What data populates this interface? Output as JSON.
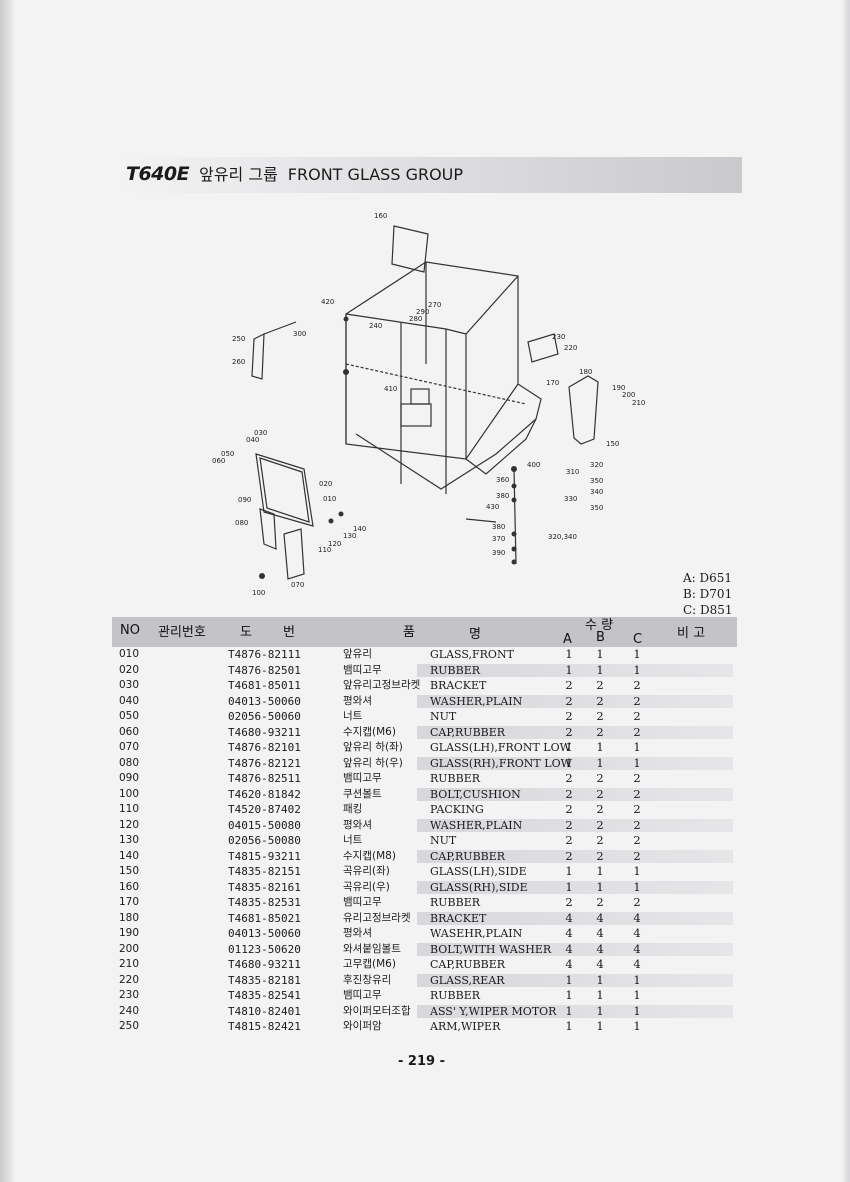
{
  "header": {
    "model": "T640E",
    "title_kr": "앞유리 그룹",
    "title_en": "FRONT GLASS GROUP"
  },
  "variants": [
    "A: D651",
    "B: D701",
    "C: D851"
  ],
  "diagram_labels": [
    "160",
    "420",
    "270",
    "290",
    "280",
    "240",
    "300",
    "250",
    "260",
    "230",
    "220",
    "180",
    "170",
    "190",
    "200",
    "210",
    "410",
    "150",
    "030",
    "040",
    "050",
    "060",
    "400",
    "320",
    "310",
    "350",
    "360",
    "380",
    "020",
    "010",
    "340",
    "330",
    "430",
    "350",
    "090",
    "380",
    "320,340",
    "080",
    "140",
    "130",
    "120",
    "110",
    "370",
    "390",
    "070",
    "100"
  ],
  "table_header": {
    "no": "NO",
    "mgmt": "관리번호",
    "part_1": "도",
    "part_2": "번",
    "name_1": "품",
    "name_2": "명",
    "qty": "수  량",
    "a": "A",
    "b": "B",
    "c": "C",
    "remark": "비  고"
  },
  "parts": [
    {
      "no": "010",
      "part": "T4876-82111",
      "kr": "앞유리",
      "en": "GLASS,FRONT",
      "a": "1",
      "b": "1",
      "c": "1"
    },
    {
      "no": "020",
      "part": "T4876-82501",
      "kr": "뱀띠고무",
      "en": "RUBBER",
      "a": "1",
      "b": "1",
      "c": "1"
    },
    {
      "no": "030",
      "part": "T4681-85011",
      "kr": "앞유리고정브라켓",
      "en": "BRACKET",
      "a": "2",
      "b": "2",
      "c": "2"
    },
    {
      "no": "040",
      "part": "04013-50060",
      "kr": "평와셔",
      "en": "WASHER,PLAIN",
      "a": "2",
      "b": "2",
      "c": "2"
    },
    {
      "no": "050",
      "part": "02056-50060",
      "kr": "너트",
      "en": "NUT",
      "a": "2",
      "b": "2",
      "c": "2"
    },
    {
      "no": "060",
      "part": "T4680-93211",
      "kr": "수지캡(M6)",
      "en": "CAP,RUBBER",
      "a": "2",
      "b": "2",
      "c": "2"
    },
    {
      "no": "070",
      "part": "T4876-82101",
      "kr": "앞유리 하(좌)",
      "en": "GLASS(LH),FRONT LOW",
      "a": "1",
      "b": "1",
      "c": "1"
    },
    {
      "no": "080",
      "part": "T4876-82121",
      "kr": "앞유리 하(우)",
      "en": "GLASS(RH),FRONT LOW",
      "a": "1",
      "b": "1",
      "c": "1"
    },
    {
      "no": "090",
      "part": "T4876-82511",
      "kr": "뱀띠고무",
      "en": "RUBBER",
      "a": "2",
      "b": "2",
      "c": "2"
    },
    {
      "no": "100",
      "part": "T4620-81842",
      "kr": "쿠션볼트",
      "en": "BOLT,CUSHION",
      "a": "2",
      "b": "2",
      "c": "2"
    },
    {
      "no": "110",
      "part": "T4520-87402",
      "kr": "패킹",
      "en": "PACKING",
      "a": "2",
      "b": "2",
      "c": "2"
    },
    {
      "no": "120",
      "part": "04015-50080",
      "kr": "평와셔",
      "en": "WASHER,PLAIN",
      "a": "2",
      "b": "2",
      "c": "2"
    },
    {
      "no": "130",
      "part": "02056-50080",
      "kr": "너트",
      "en": "NUT",
      "a": "2",
      "b": "2",
      "c": "2"
    },
    {
      "no": "140",
      "part": "T4815-93211",
      "kr": "수지캡(M8)",
      "en": "CAP,RUBBER",
      "a": "2",
      "b": "2",
      "c": "2"
    },
    {
      "no": "150",
      "part": "T4835-82151",
      "kr": "곡유리(좌)",
      "en": "GLASS(LH),SIDE",
      "a": "1",
      "b": "1",
      "c": "1"
    },
    {
      "no": "160",
      "part": "T4835-82161",
      "kr": "곡유리(우)",
      "en": "GLASS(RH),SIDE",
      "a": "1",
      "b": "1",
      "c": "1"
    },
    {
      "no": "170",
      "part": "T4835-82531",
      "kr": "뱀띠고무",
      "en": "RUBBER",
      "a": "2",
      "b": "2",
      "c": "2"
    },
    {
      "no": "180",
      "part": "T4681-85021",
      "kr": "유리고정브라켓",
      "en": "BRACKET",
      "a": "4",
      "b": "4",
      "c": "4"
    },
    {
      "no": "190",
      "part": "04013-50060",
      "kr": "평와셔",
      "en": "WASEHR,PLAIN",
      "a": "4",
      "b": "4",
      "c": "4"
    },
    {
      "no": "200",
      "part": "01123-50620",
      "kr": "와셔붙임볼트",
      "en": "BOLT,WITH WASHER",
      "a": "4",
      "b": "4",
      "c": "4"
    },
    {
      "no": "210",
      "part": "T4680-93211",
      "kr": "고무캡(M6)",
      "en": "CAP,RUBBER",
      "a": "4",
      "b": "4",
      "c": "4"
    },
    {
      "no": "220",
      "part": "T4835-82181",
      "kr": "후진창유리",
      "en": "GLASS,REAR",
      "a": "1",
      "b": "1",
      "c": "1"
    },
    {
      "no": "230",
      "part": "T4835-82541",
      "kr": "뱀띠고무",
      "en": "RUBBER",
      "a": "1",
      "b": "1",
      "c": "1"
    },
    {
      "no": "240",
      "part": "T4810-82401",
      "kr": "와이퍼모터조합",
      "en": "ASS' Y,WIPER MOTOR",
      "a": "1",
      "b": "1",
      "c": "1"
    },
    {
      "no": "250",
      "part": "T4815-82421",
      "kr": "와이퍼암",
      "en": "ARM,WIPER",
      "a": "1",
      "b": "1",
      "c": "1"
    }
  ],
  "page_number": "- 219 -"
}
